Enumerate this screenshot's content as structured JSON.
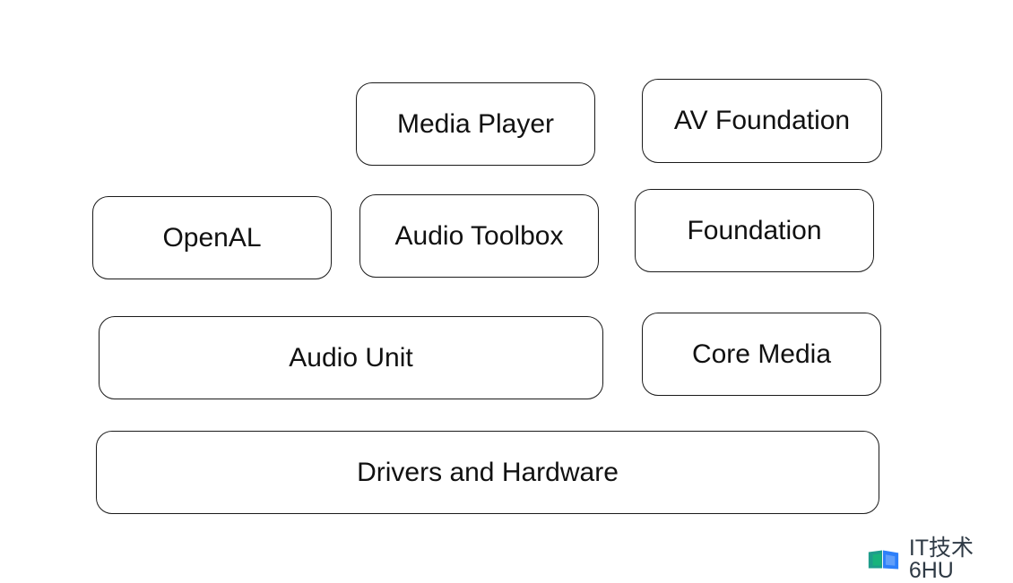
{
  "diagram": {
    "boxes": [
      {
        "id": "media-player",
        "label": "Media Player"
      },
      {
        "id": "av-foundation",
        "label": "AV Foundation"
      },
      {
        "id": "openal",
        "label": "OpenAL"
      },
      {
        "id": "audio-toolbox",
        "label": "Audio Toolbox"
      },
      {
        "id": "foundation",
        "label": "Foundation"
      },
      {
        "id": "audio-unit",
        "label": "Audio Unit"
      },
      {
        "id": "core-media",
        "label": "Core Media"
      },
      {
        "id": "drivers-hardware",
        "label": "Drivers and Hardware"
      }
    ]
  },
  "watermark": {
    "text": "IT技术6HU",
    "logo_icon": "book-logo-icon",
    "logo_colors": [
      "#1f9d8b",
      "#2d7ff9",
      "#18b67a"
    ]
  }
}
